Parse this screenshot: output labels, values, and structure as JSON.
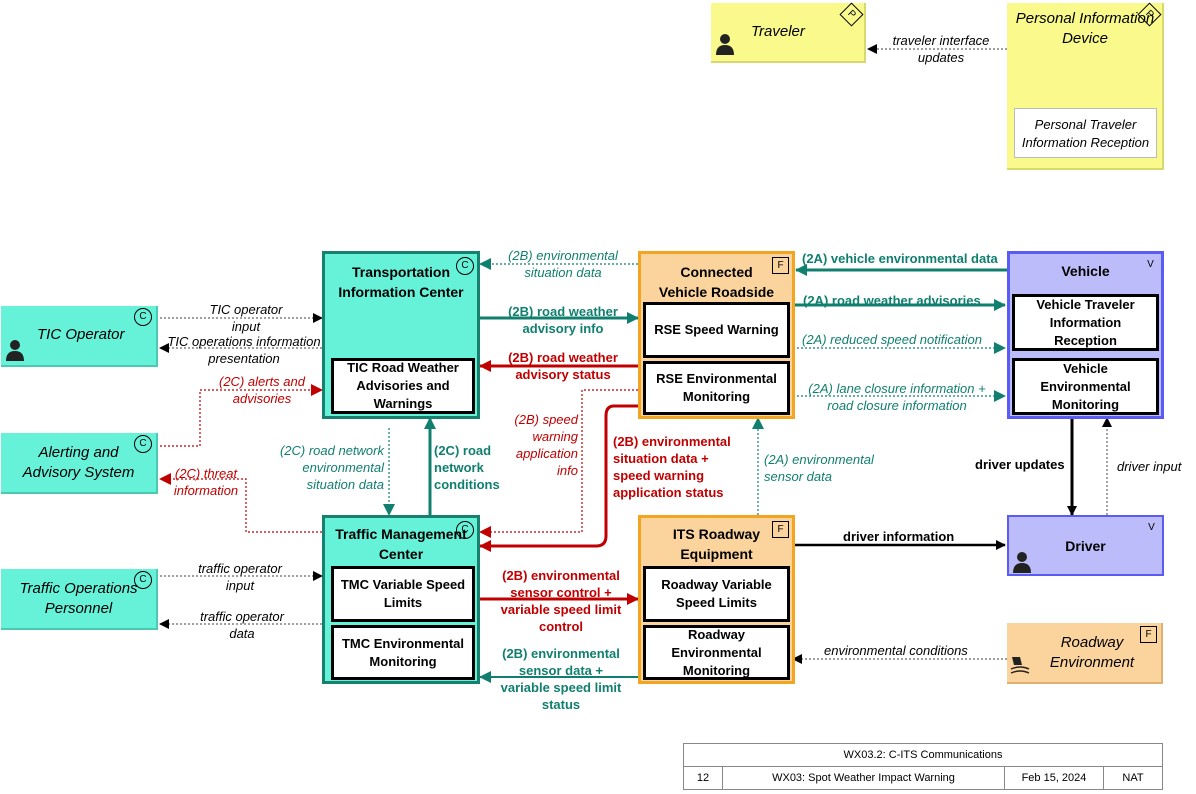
{
  "elements": {
    "traveler": "Traveler",
    "pid": "Personal Information Device",
    "pid_sub": "Personal Traveler Information Reception",
    "tic": "Transportation Information Center",
    "tic_sub": "TIC Road Weather Advisories and Warnings",
    "cvr": "Connected Vehicle Roadside",
    "cvr_sub1": "RSE Speed Warning",
    "cvr_sub2": "RSE Environmental Monitoring",
    "vehicle": "Vehicle",
    "vehicle_sub1": "Vehicle Traveler Information Reception",
    "vehicle_sub2": "Vehicle Environmental Monitoring",
    "tic_operator": "TIC Operator",
    "alerting": "Alerting and Advisory System",
    "tmc": "Traffic Management Center",
    "tmc_sub1": "TMC Variable Speed Limits",
    "tmc_sub2": "TMC Environmental Monitoring",
    "its": "ITS Roadway Equipment",
    "its_sub1": "Roadway Variable Speed Limits",
    "its_sub2": "Roadway Environmental Monitoring",
    "driver": "Driver",
    "top": "Traffic Operations Personnel",
    "roadway_env": "Roadway Environment"
  },
  "badges": {
    "c": "C",
    "f": "F",
    "p": "P",
    "v": "V"
  },
  "flows": {
    "f1": "traveler interface updates",
    "f2": "(2B) environmental situation data",
    "f3": "(2A) vehicle environmental data",
    "f4": "(2B) road weather advisory info",
    "f5": "(2A) road weather advisories",
    "f6": "(2B) road weather advisory status",
    "f7": "(2A) reduced speed notification",
    "f8": "(2A) lane closure information + road closure information",
    "f9": "TIC operator input",
    "f10": "TIC operations information presentation",
    "f11": "(2C) alerts and advisories",
    "f12": "(2C) road network environmental situation data",
    "f13": "(2C) road network conditions",
    "f14": "(2B) speed warning application info",
    "f15": "(2B) environmental situation data + speed warning application status",
    "f16": "(2A) environmental sensor data",
    "f17": "driver updates",
    "f18": "driver input",
    "f19": "(2C) threat information",
    "f20": "driver information",
    "f21": "traffic operator input",
    "f22": "(2B) environmental sensor control + variable speed limit control",
    "f23": "traffic operator data",
    "f24": "environmental conditions",
    "f25": "(2B) environmental sensor data + variable speed limit status"
  },
  "title_block": {
    "title": "WX03.2: C-ITS Communications",
    "page": "12",
    "name": "WX03: Spot Weather Impact Warning",
    "date": "Feb 15, 2024",
    "scope": "NAT"
  },
  "colors": {
    "center_fill": "#66f2d9",
    "center_border": "#17806f",
    "field_fill": "#fbd39c",
    "field_border": "#f4a51f",
    "vehicle_fill": "#bcbcfa",
    "vehicle_border": "#5a5af5",
    "personal_fill": "#fafa8c",
    "flow_teal": "#107f6f",
    "flow_red": "#c00000"
  }
}
